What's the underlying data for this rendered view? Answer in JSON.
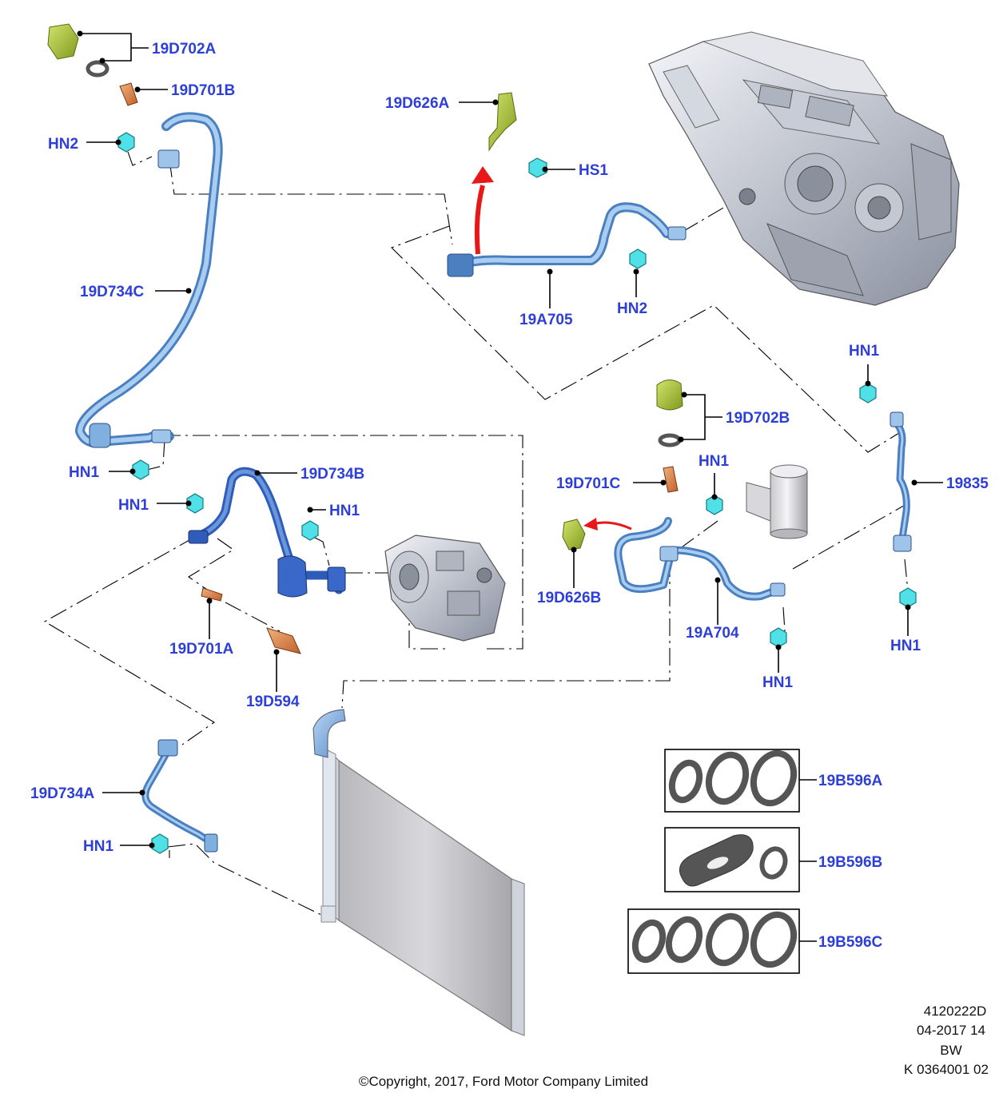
{
  "labels": {
    "p19D702A": "19D702A",
    "p19D701B": "19D701B",
    "pHN2a": "HN2",
    "p19D626A": "19D626A",
    "pHS1": "HS1",
    "p19D734C": "19D734C",
    "p19A705": "19A705",
    "pHN2b": "HN2",
    "pHN1a": "HN1",
    "p19D702B": "19D702B",
    "pHN1b": "HN1",
    "p19D734B": "19D734B",
    "pHN1c": "HN1",
    "pHN1d": "HN1",
    "p19D701C": "19D701C",
    "pHN1e": "HN1",
    "p19835": "19835",
    "p19D626B": "19D626B",
    "p19A704": "19A704",
    "pHN1f": "HN1",
    "pHN1g": "HN1",
    "p19D701A": "19D701A",
    "p19D594": "19D594",
    "p19D734A": "19D734A",
    "pHN1h": "HN1",
    "p19B596A": "19B596A",
    "p19B596B": "19B596B",
    "p19B596C": "19B596C"
  },
  "footer": {
    "code": "4120222D",
    "date": "04-2017 14",
    "initials": "BW",
    "ref": "K 0364001 02",
    "copyright": "©Copyright, 2017, Ford Motor Company Limited"
  },
  "colors": {
    "label": "#2d3fd6",
    "pipe": "#7fb0e0",
    "pipe_dark": "#4a7fc0",
    "nut": "#4fe0e8",
    "green_part": "#a8c43a",
    "orange_part": "#e08848",
    "arrow": "#e81818"
  }
}
